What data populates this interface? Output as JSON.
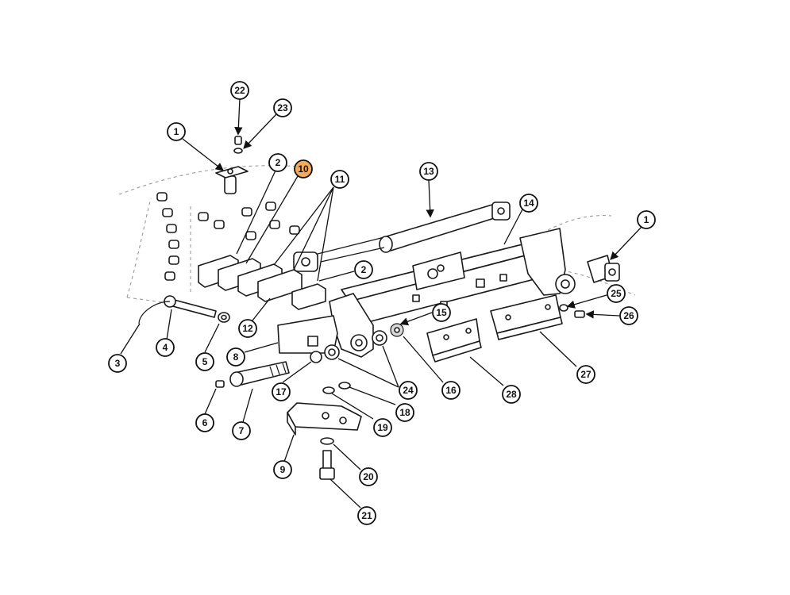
{
  "colors": {
    "line": "#111111",
    "highlight": "#f5a95b",
    "background": "#ffffff"
  },
  "callouts": [
    {
      "label": "1",
      "highlighted": false
    },
    {
      "label": "22",
      "highlighted": false
    },
    {
      "label": "23",
      "highlighted": false
    },
    {
      "label": "2",
      "highlighted": false
    },
    {
      "label": "10",
      "highlighted": true
    },
    {
      "label": "11",
      "highlighted": false
    },
    {
      "label": "13",
      "highlighted": false
    },
    {
      "label": "14",
      "highlighted": false
    },
    {
      "label": "1",
      "highlighted": false
    },
    {
      "label": "2",
      "highlighted": false
    },
    {
      "label": "12",
      "highlighted": false
    },
    {
      "label": "3",
      "highlighted": false
    },
    {
      "label": "4",
      "highlighted": false
    },
    {
      "label": "5",
      "highlighted": false
    },
    {
      "label": "8",
      "highlighted": false
    },
    {
      "label": "15",
      "highlighted": false
    },
    {
      "label": "25",
      "highlighted": false
    },
    {
      "label": "26",
      "highlighted": false
    },
    {
      "label": "17",
      "highlighted": false
    },
    {
      "label": "24",
      "highlighted": false
    },
    {
      "label": "16",
      "highlighted": false
    },
    {
      "label": "27",
      "highlighted": false
    },
    {
      "label": "28",
      "highlighted": false
    },
    {
      "label": "6",
      "highlighted": false
    },
    {
      "label": "7",
      "highlighted": false
    },
    {
      "label": "18",
      "highlighted": false
    },
    {
      "label": "19",
      "highlighted": false
    },
    {
      "label": "9",
      "highlighted": false
    },
    {
      "label": "20",
      "highlighted": false
    },
    {
      "label": "21",
      "highlighted": false
    }
  ]
}
